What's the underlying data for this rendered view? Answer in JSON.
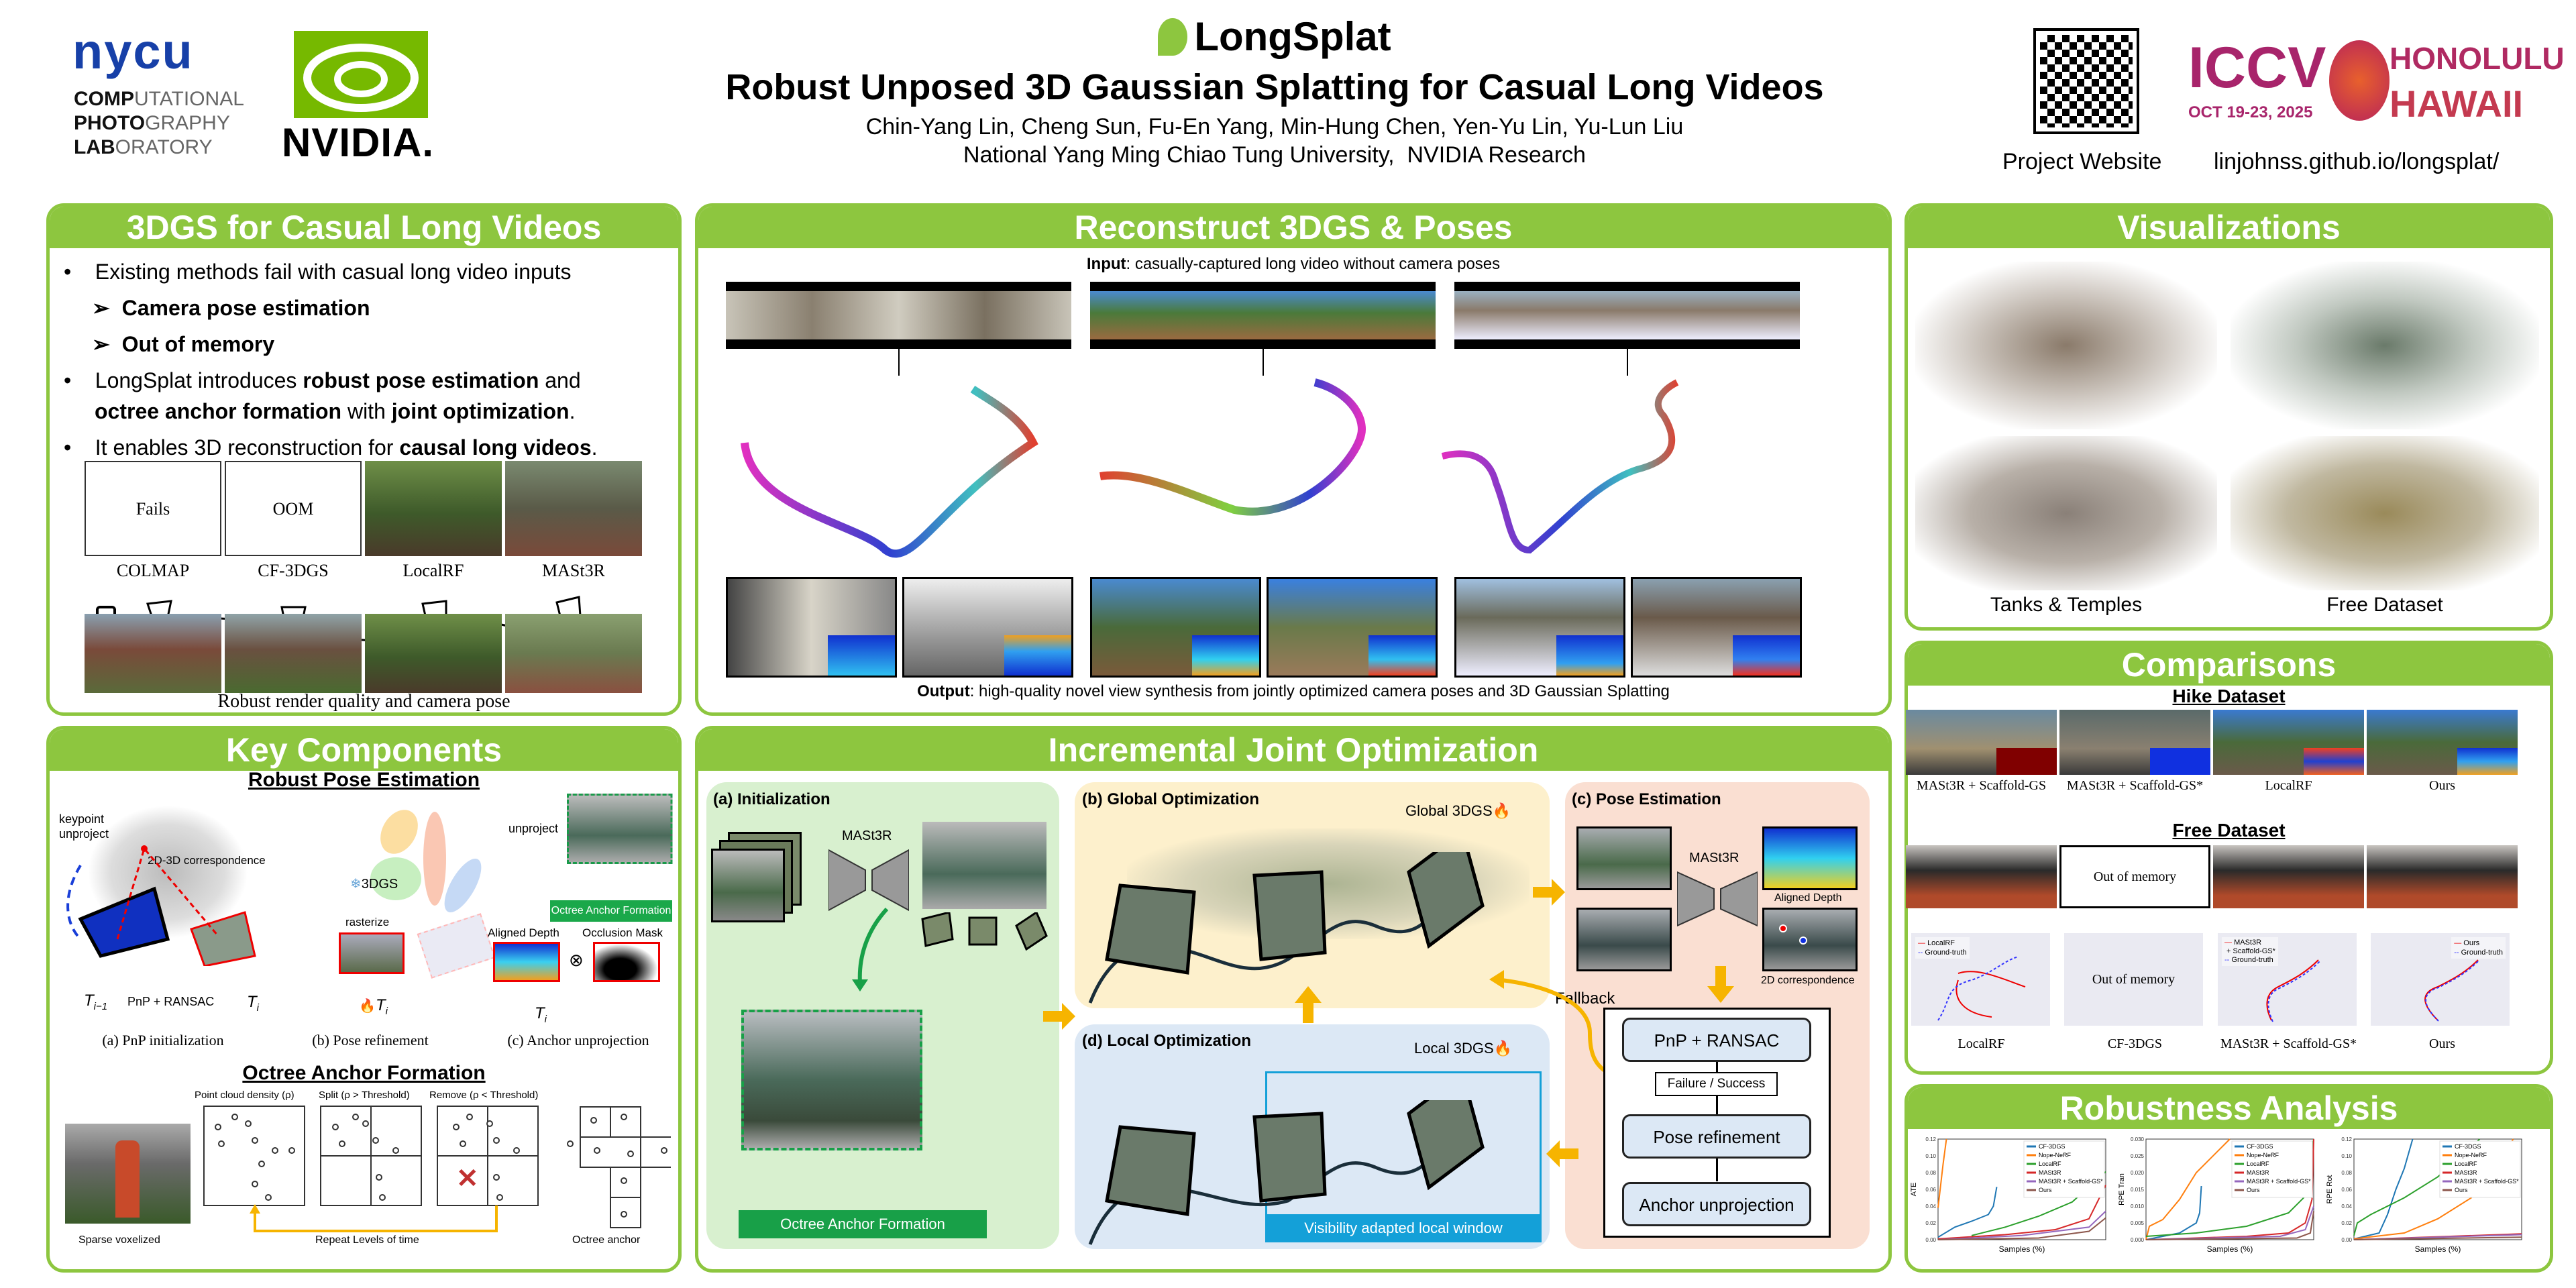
{
  "header": {
    "nycu_logo": "nycu",
    "lab_lines": [
      {
        "bold": "COMP",
        "rest": "UTATIONAL"
      },
      {
        "bold": "PHOTO",
        "rest": "GRAPHY"
      },
      {
        "bold": "LAB",
        "rest": "ORATORY"
      }
    ],
    "nvidia_logo": "NVIDIA.",
    "project_name": "LongSplat",
    "title": "Robust Unposed 3D Gaussian Splatting for Casual Long Videos",
    "authors": "Chin-Yang Lin, Cheng Sun, Fu-En Yang, Min-Hung Chen, Yen-Yu Lin, Yu-Lun Liu",
    "affiliations": "National Yang Ming Chiao Tung University,  NVIDIA Research",
    "project_website_label": "Project Website",
    "project_url": "linjohnss.github.io/longsplat/",
    "iccv_logo": {
      "name": "ICCV",
      "dates": "OCT 19-23, 2025",
      "place1": "HONOLULU",
      "place2": "HAWAII"
    }
  },
  "casual": {
    "title": "3DGS for Casual Long Videos",
    "bullet1": "Existing methods fail with casual long video inputs",
    "sub1": "Camera pose estimation",
    "sub2": "Out of memory",
    "bullet2_a": "LongSplat introduces ",
    "bullet2_b": "robust pose estimation",
    "bullet2_c": " and",
    "bullet2_d": "octree anchor formation",
    "bullet2_e": " with ",
    "bullet2_f": "joint optimization",
    "bullet2_g": ".",
    "bullet3_a": "It enables 3D reconstruction for ",
    "bullet3_b": "causal long videos",
    "bullet3_c": ".",
    "fails": "Fails",
    "oom": "OOM",
    "methods": [
      "COLMAP",
      "CF-3DGS",
      "LocalRF",
      "MASt3R"
    ],
    "caption": "Robust render quality and camera pose"
  },
  "key": {
    "title": "Key Components",
    "rpe_title": "Robust Pose Estimation",
    "keypoint_unproject": "keypoint\nunproject",
    "corr": "2D-3D correspondence",
    "t_prev": "T",
    "t_prev_sub": "i−1",
    "t_i": "T",
    "t_i_sub": "i",
    "pnp": "PnP + RANSAC",
    "gs3d": "3DGS",
    "rasterize": "rasterize",
    "unproject": "unproject",
    "oaf_tag": "Octree Anchor Formation",
    "aligned_depth": "Aligned Depth",
    "occlusion_mask": "Occlusion Mask",
    "cap_a": "(a) PnP initialization",
    "cap_b": "(b) Pose refinement",
    "cap_c": "(c) Anchor unprojection",
    "oaf_title": "Octree Anchor Formation",
    "density": "Point cloud density (ρ)",
    "split": "Split (ρ > Threshold)",
    "remove": "Remove (ρ < Threshold)",
    "sparse": "Sparse voxelized",
    "repeat": "Repeat Levels of time",
    "octree_anchor": "Octree anchor"
  },
  "reconstruct": {
    "title": "Reconstruct 3DGS & Poses",
    "input_bold": "Input",
    "input_rest": ": casually-captured long video without camera poses",
    "output_bold": "Output",
    "output_rest": ": high-quality novel view synthesis from jointly optimized camera poses and 3D Gaussian Splatting"
  },
  "incremental": {
    "title": "Incremental Joint Optimization",
    "init": "(a) Initialization",
    "mast3r": "MASt3R",
    "oaf": "Octree Anchor Formation",
    "global": "(b) Global Optimization",
    "global_3dgs": "Global 3DGS",
    "local": "(d) Local Optimization",
    "local_3dgs": "Local 3DGS",
    "window": "Visibility adapted local window",
    "pose": "(c) Pose Estimation",
    "aligned_depth": "Aligned Depth",
    "corr2d": "2D correspondence",
    "fallback": "Fallback",
    "pnp": "PnP + RANSAC",
    "fs": "Failure / Success",
    "refine": "Pose refinement",
    "anchor": "Anchor unprojection"
  },
  "visualizations": {
    "title": "Visualizations",
    "label_left": "Tanks & Temples",
    "label_right": "Free Dataset"
  },
  "comparisons": {
    "title": "Comparisons",
    "hike": "Hike Dataset",
    "hike_labels": [
      "MASt3R + Scaffold-GS",
      "MASt3R + Scaffold-GS*",
      "LocalRF",
      "Ours"
    ],
    "free": "Free Dataset",
    "oom": "Out of memory",
    "legend_localrf": "LocalRF",
    "legend_gt": "Ground-truth",
    "legend_mast3r": "MASt3R\n + Scaffold-GS*",
    "legend_ours": "Ours",
    "traj_labels": [
      "LocalRF",
      "CF-3DGS",
      "MASt3R + Scaffold-GS*",
      "Ours"
    ]
  },
  "robustness": {
    "title": "Robustness Analysis"
  },
  "chart_data": [
    {
      "type": "line",
      "title": "",
      "xlabel": "Samples (%)",
      "ylabel": "ATE",
      "ylim": [
        0,
        0.12
      ],
      "yticks": [
        "0.00",
        "0.02",
        "0.04",
        "0.06",
        "0.08",
        "0.10",
        "0.12"
      ],
      "legend": "top-right",
      "series": [
        {
          "name": "CF-3DGS",
          "color": "#1f77b4",
          "points": [
            [
              0,
              0.003
            ],
            [
              10,
              0.015
            ],
            [
              20,
              0.022
            ],
            [
              30,
              0.03
            ],
            [
              33,
              0.04
            ],
            [
              35,
              0.063
            ]
          ]
        },
        {
          "name": "Nope-NeRF",
          "color": "#ff7f0e",
          "points": [
            [
              0,
              0.038
            ],
            [
              3,
              0.09
            ],
            [
              5,
              0.12
            ]
          ]
        },
        {
          "name": "LocalRF",
          "color": "#2ca02c",
          "points": [
            [
              20,
              0.005
            ],
            [
              40,
              0.015
            ],
            [
              60,
              0.028
            ],
            [
              80,
              0.045
            ],
            [
              100,
              0.081
            ]
          ]
        },
        {
          "name": "MASt3R",
          "color": "#d62728",
          "points": [
            [
              0,
              0.001
            ],
            [
              40,
              0.006
            ],
            [
              70,
              0.012
            ],
            [
              90,
              0.025
            ],
            [
              100,
              0.065
            ]
          ]
        },
        {
          "name": "MASt3R + Scaffold-GS*",
          "color": "#9467bd",
          "points": [
            [
              0,
              0
            ],
            [
              50,
              0.005
            ],
            [
              90,
              0.015
            ],
            [
              100,
              0.034
            ]
          ]
        },
        {
          "name": "Ours",
          "color": "#8c564b",
          "points": [
            [
              0,
              0
            ],
            [
              60,
              0.002
            ],
            [
              90,
              0.01
            ],
            [
              100,
              0.026
            ]
          ]
        }
      ]
    },
    {
      "type": "line",
      "title": "",
      "xlabel": "Samples (%)",
      "ylabel": "RPE Tran",
      "ylim": [
        0,
        0.03
      ],
      "yticks": [
        "0.000",
        "0.005",
        "0.010",
        "0.015",
        "0.020",
        "0.025",
        "0.030"
      ],
      "legend": "top-right",
      "series": [
        {
          "name": "CF-3DGS",
          "color": "#1f77b4",
          "points": [
            [
              0,
              0
            ],
            [
              20,
              0.002
            ],
            [
              30,
              0.005
            ],
            [
              32,
              0.008
            ],
            [
              33,
              0.016
            ]
          ]
        },
        {
          "name": "Nope-NeRF",
          "color": "#ff7f0e",
          "points": [
            [
              0,
              0
            ],
            [
              2,
              0.004
            ],
            [
              10,
              0.006
            ],
            [
              20,
              0.012
            ],
            [
              30,
              0.02
            ],
            [
              50,
              0.03
            ]
          ]
        },
        {
          "name": "LocalRF",
          "color": "#2ca02c",
          "points": [
            [
              0,
              0.001
            ],
            [
              30,
              0.002
            ],
            [
              60,
              0.004
            ],
            [
              85,
              0.008
            ],
            [
              95,
              0.013
            ],
            [
              100,
              0.03
            ]
          ]
        },
        {
          "name": "MASt3R",
          "color": "#d62728",
          "points": [
            [
              0,
              0
            ],
            [
              60,
              0.001
            ],
            [
              85,
              0.002
            ],
            [
              95,
              0.005
            ],
            [
              99,
              0.012
            ],
            [
              100,
              0.03
            ]
          ]
        },
        {
          "name": "MASt3R + Scaffold-GS*",
          "color": "#9467bd",
          "points": [
            [
              0,
              0
            ],
            [
              80,
              0.001
            ],
            [
              95,
              0.003
            ],
            [
              100,
              0.01
            ]
          ]
        },
        {
          "name": "Ours",
          "color": "#8c564b",
          "points": [
            [
              0,
              0
            ],
            [
              90,
              0.0005
            ],
            [
              98,
              0.002
            ],
            [
              100,
              0.0085
            ]
          ]
        }
      ]
    },
    {
      "type": "line",
      "title": "",
      "xlabel": "Samples (%)",
      "ylabel": "RPE Rot",
      "ylim": [
        0,
        0.12
      ],
      "yticks": [
        "0.00",
        "0.02",
        "0.04",
        "0.06",
        "0.08",
        "0.10",
        "0.12"
      ],
      "legend": "top-right",
      "series": [
        {
          "name": "CF-3DGS",
          "color": "#1f77b4",
          "points": [
            [
              0,
              0.001
            ],
            [
              15,
              0.008
            ],
            [
              20,
              0.03
            ],
            [
              25,
              0.06
            ],
            [
              30,
              0.085
            ],
            [
              35,
              0.12
            ]
          ]
        },
        {
          "name": "Nope-NeRF",
          "color": "#ff7f0e",
          "points": [
            [
              0,
              0.001
            ],
            [
              30,
              0.008
            ],
            [
              50,
              0.025
            ],
            [
              70,
              0.05
            ],
            [
              85,
              0.09
            ],
            [
              95,
              0.12
            ]
          ]
        },
        {
          "name": "LocalRF",
          "color": "#2ca02c",
          "points": [
            [
              0,
              0.005
            ],
            [
              2,
              0.02
            ],
            [
              10,
              0.03
            ],
            [
              30,
              0.05
            ],
            [
              50,
              0.075
            ],
            [
              75,
              0.12
            ]
          ]
        },
        {
          "name": "MASt3R",
          "color": "#d62728",
          "points": [
            [
              0,
              0
            ],
            [
              100,
              0.007
            ]
          ]
        },
        {
          "name": "MASt3R + Scaffold-GS*",
          "color": "#9467bd",
          "points": [
            [
              0,
              0
            ],
            [
              100,
              0.006
            ]
          ]
        },
        {
          "name": "Ours",
          "color": "#8c564b",
          "points": [
            [
              0,
              0
            ],
            [
              100,
              0.003
            ]
          ]
        }
      ]
    }
  ]
}
